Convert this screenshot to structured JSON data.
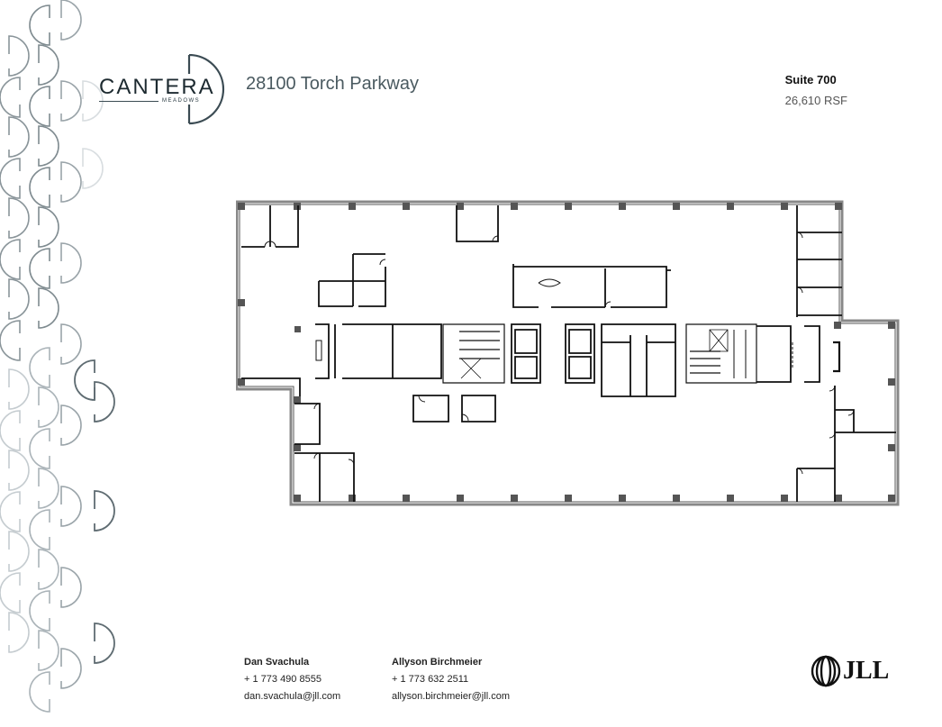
{
  "brand": {
    "logo_word": "CANTERA",
    "logo_sub": "MEADOWS",
    "logo_color": "#3b4b53"
  },
  "property": {
    "address": "28100 Torch Parkway"
  },
  "suite": {
    "title": "Suite 700",
    "size": "26,610 RSF"
  },
  "floorplan": {
    "label": "floor-plan-suite-700",
    "wall_color": "#111111",
    "column_color": "#555555"
  },
  "contacts": [
    {
      "name": "Dan Svachula",
      "phone": "+ 1 773 490 8555",
      "email": "dan.svachula@jll.com"
    },
    {
      "name": "Allyson Birchmeier",
      "phone": "+ 1 773 632 2511",
      "email": "allyson.birchmeier@jll.com"
    }
  ],
  "footer_logo": {
    "text": "JLL",
    "icon": "jll-rings-icon"
  }
}
